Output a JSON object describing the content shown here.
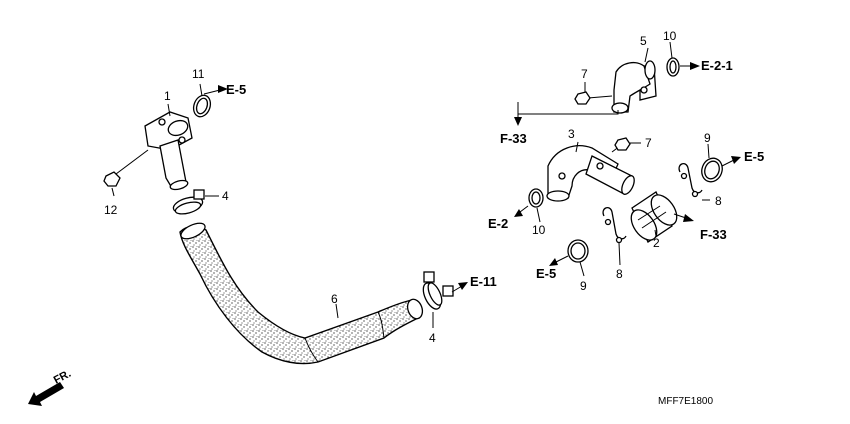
{
  "callouts": {
    "p1": "1",
    "p2": "2",
    "p3": "3",
    "p4a": "4",
    "p4b": "4",
    "p5": "5",
    "p6": "6",
    "p7a": "7",
    "p7b": "7",
    "p8a": "8",
    "p8b": "8",
    "p9a": "9",
    "p9b": "9",
    "p10a": "10",
    "p10b": "10",
    "p11": "11",
    "p12": "12"
  },
  "refs": {
    "e5_top": "E-5",
    "e11": "E-11",
    "e21": "E-2-1",
    "f33_left": "F-33",
    "e5_right": "E-5",
    "e2": "E-2",
    "f33_right": "F-33",
    "e5_bottom": "E-5"
  },
  "fr_label": "FR.",
  "diagram_code": "MFF7E1800"
}
